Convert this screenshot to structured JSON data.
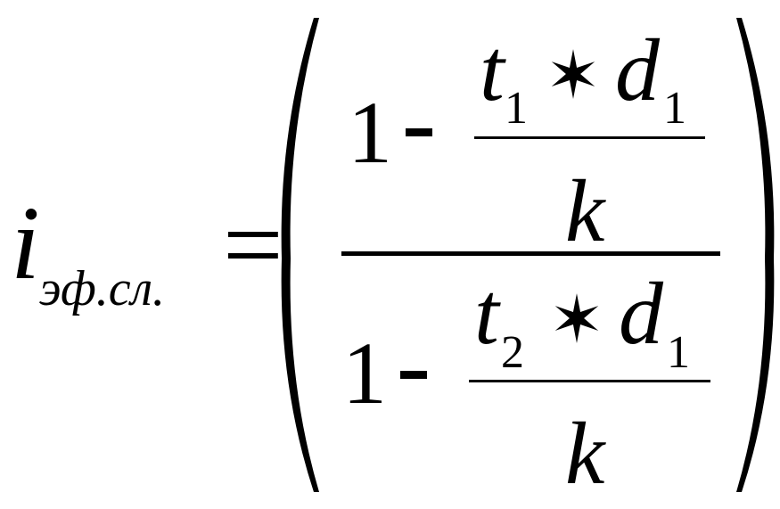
{
  "formula": {
    "lhs": {
      "symbol": "i",
      "subscript": "эф.сл."
    },
    "equals": "=",
    "numerator": {
      "one": "1",
      "minus": "-",
      "t": "t",
      "t_index": "1",
      "star": "✶",
      "d": "d",
      "d_index": "1",
      "denominator": "k"
    },
    "denominator": {
      "one": "1",
      "minus": "-",
      "t": "t",
      "t_index": "2",
      "star": "✶",
      "d": "d",
      "d_index": "1",
      "denominator": "k"
    }
  }
}
